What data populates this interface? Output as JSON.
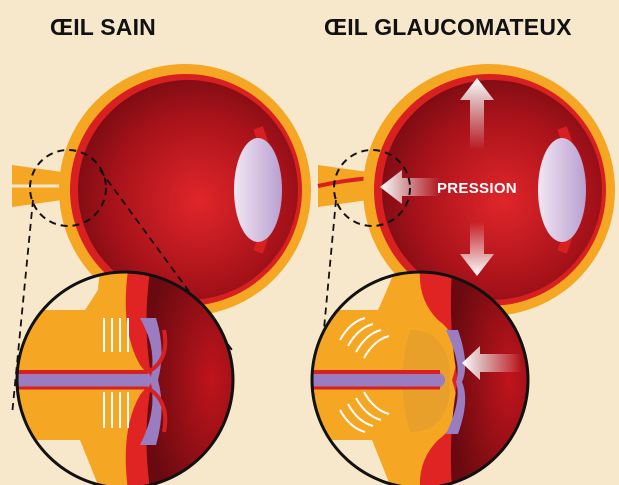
{
  "titles": {
    "healthy_eye": "ŒIL SAIN",
    "glaucoma_eye": "ŒIL GLAUCOMATEUX"
  },
  "labels": {
    "pressure": "PRESSION"
  },
  "colors": {
    "background": "#f7e8cc",
    "sclera_orange": "#f5a623",
    "eye_interior_red": "#b3151b",
    "vessel_red": "#d82020",
    "optic_nerve_purple": "#9a7cc0",
    "cornea_blue": "#4aa3dc",
    "lens_lavender": "#d9c6e6",
    "pressure_arrow": "#ffffff"
  },
  "icons": {
    "pressure_arrows": "arrow-icon",
    "zoom_indicator": "dashed-circle-icon"
  }
}
